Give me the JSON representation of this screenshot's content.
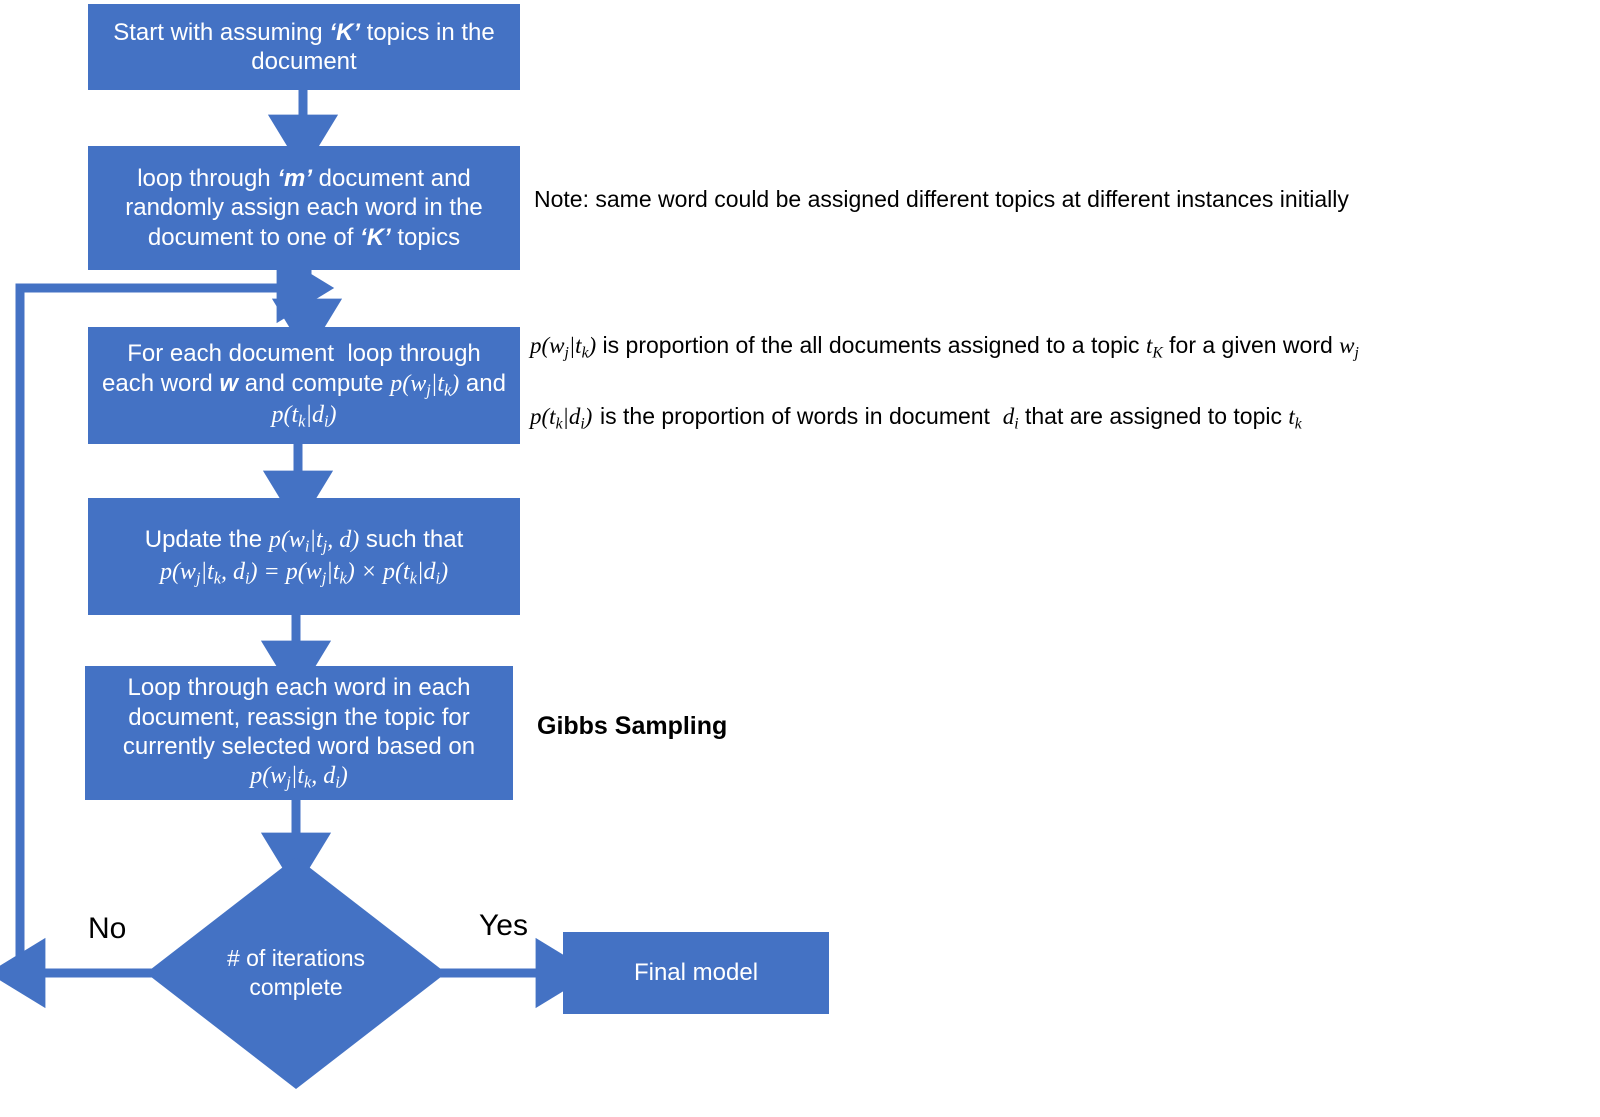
{
  "diagram": {
    "title": "LDA Gibbs Sampling Flowchart",
    "accent_color": "#4472C4",
    "text_on_node": "#FFFFFF",
    "annotation_color": "#000000",
    "background": "#FFFFFF"
  },
  "nodes": [
    {
      "id": "start",
      "type": "process",
      "lines": [
        "Start with assuming ‘K’ topics in the",
        "document"
      ],
      "plain_text": "Start with assuming ‘K’ topics in the document"
    },
    {
      "id": "random-assign",
      "type": "process",
      "lines": [
        "loop through ‘m’ document and",
        "randomly assign each word in the",
        "document to one of ‘K’ topics"
      ],
      "plain_text": "loop through ‘m’ document and randomly assign each word in the document to one of ‘K’ topics"
    },
    {
      "id": "compute-probs",
      "type": "process",
      "lines": [
        "For each document  loop through",
        "each word w and compute p(wj|tk)",
        "and p(tk|di)"
      ],
      "plain_text": "For each document loop through each word w and compute p(wj|tk) and p(tk|di)"
    },
    {
      "id": "update-probs",
      "type": "process",
      "lines": [
        "Update the p(wi|tj, d) such that",
        "p(wj|tk, di) = p(wj|tk) × p(tk|di)"
      ],
      "plain_text": "Update the p(wi|tj,d) such that p(wj|tk,di) = p(wj|tk) × p(tk|di)"
    },
    {
      "id": "reassign-topic",
      "type": "process",
      "lines": [
        "Loop through each word in each",
        "document, reassign the topic for",
        "currently selected word based on",
        "p(wj|tk, di)"
      ],
      "plain_text": "Loop through each word in each document, reassign the topic for currently selected word based on p(wj|tk,di)"
    },
    {
      "id": "iterations-complete",
      "type": "decision",
      "lines": [
        "# of",
        "iterations",
        "complete"
      ],
      "plain_text": "# of iterations complete"
    },
    {
      "id": "final-model",
      "type": "process",
      "lines": [
        "Final model"
      ],
      "plain_text": "Final model"
    }
  ],
  "annotations": {
    "note": "Note: same word could be assigned different topics at different instances initially",
    "formula_1": "p(wj|tk) is proportion of the all documents assigned to a topic tK for a given word wj",
    "formula_2": "p(tk|di)) is the proportion of words in document  di that are assigned to topic tk",
    "gibbs": "Gibbs Sampling"
  },
  "branch_labels": {
    "no": "No",
    "yes": "Yes"
  },
  "edges": [
    {
      "from": "start",
      "to": "random-assign",
      "label": ""
    },
    {
      "from": "random-assign",
      "to": "compute-probs",
      "label": ""
    },
    {
      "from": "compute-probs",
      "to": "update-probs",
      "label": ""
    },
    {
      "from": "update-probs",
      "to": "reassign-topic",
      "label": ""
    },
    {
      "from": "reassign-topic",
      "to": "iterations-complete",
      "label": ""
    },
    {
      "from": "iterations-complete",
      "to": "final-model",
      "label": "Yes"
    },
    {
      "from": "iterations-complete",
      "to": "compute-probs",
      "label": "No"
    }
  ]
}
